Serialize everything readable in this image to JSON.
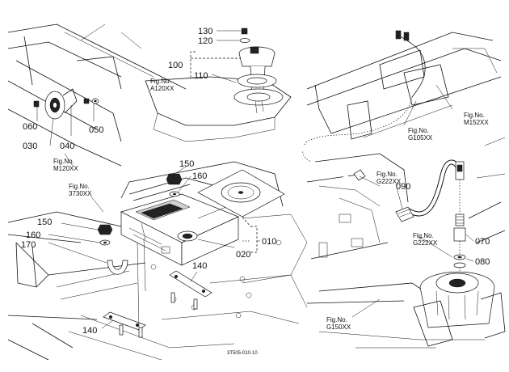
{
  "parts": {
    "p130": "130",
    "p120": "120",
    "p100": "100",
    "p110": "110",
    "p060": "060",
    "p030": "030",
    "p040": "040",
    "p050": "050",
    "p150a": "150",
    "p160a": "160",
    "p150b": "150",
    "p160b": "160",
    "p170": "170",
    "p010": "010",
    "p020": "020",
    "p140a": "140",
    "p140b": "140",
    "p090": "090",
    "p070": "070",
    "p080": "080"
  },
  "figs": {
    "a120_l1": "Fig.No.",
    "a120_l2": "A120XX",
    "m120_l1": "Fig.No.",
    "m120_l2": "M120XX",
    "x3730_l1": "Fig.No.",
    "x3730_l2": "3730XX",
    "m152_l1": "Fig.No.",
    "m152_l2": "M152XX",
    "g105_l1": "Fig.No.",
    "g105_l2": "G105XX",
    "g222a_l1": "Fig.No.",
    "g222a_l2": "G222XX",
    "g222b_l1": "Fig.No.",
    "g222b_l2": "G222XX",
    "g150_l1": "Fig.No.",
    "g150_l2": "G150XX"
  },
  "drawing_code": "3T505-010-10"
}
